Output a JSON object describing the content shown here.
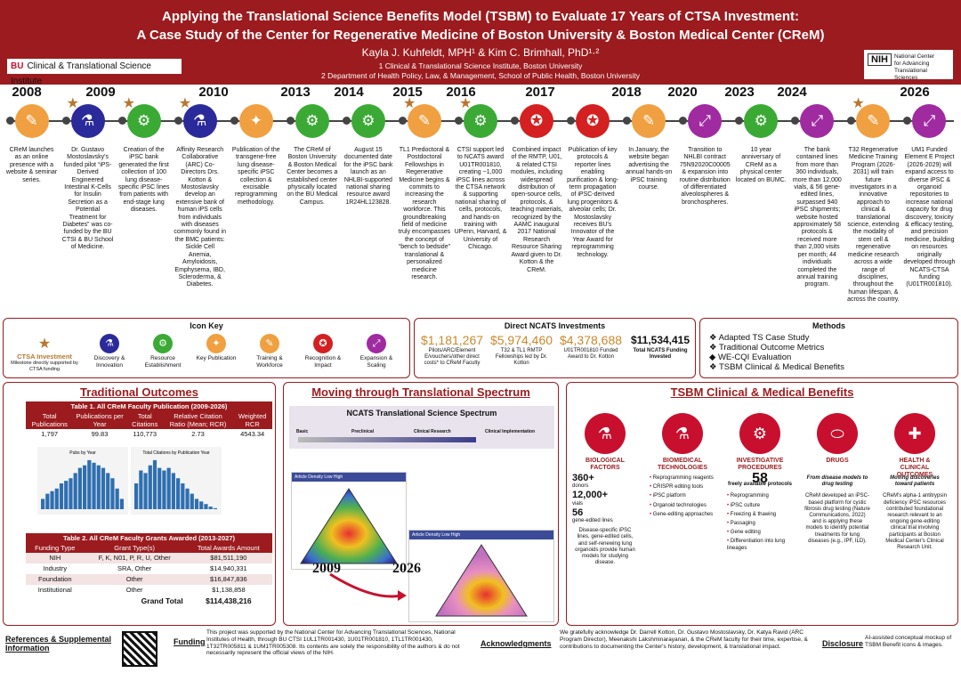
{
  "header": {
    "title_line1": "Applying the Translational Science Benefits Model (TSBM) to Evaluate 17 Years of CTSA Investment:",
    "title_line2": "A Case Study of the Center for Regenerative Medicine of Boston University & Boston Medical Center (CReM)",
    "authors": "Kayla J. Kuhfeldt, MPH¹ & Kim C. Brimhall, PhD¹·²",
    "affil1": "1 Clinical & Translational Science Institute, Boston University",
    "affil2": "2 Department of Health Policy, Law, & Management, School of Public Health, Boston University",
    "bu_logo_mark": "BU",
    "bu_logo_text": "Clinical & Translational Science Institute",
    "nih_mark": "NIH",
    "nih_text": "National Center for Advancing Translational Sciences",
    "bar_color": "#9b1b1e"
  },
  "timeline": {
    "years": [
      "2008",
      "2009",
      "2010",
      "2013",
      "2014",
      "2015",
      "2016",
      "2017",
      "2018",
      "2020",
      "2023",
      "2024",
      "2026"
    ],
    "events": [
      {
        "text": "CReM launches as an online presence with a website & seminar series.",
        "icon": "training-workforce-icon",
        "color": "#f0a040"
      },
      {
        "text": "Dr. Gustavo Mostoslavsky's funded pilot “iPS-Derived Engineered Intestinal K-Cells for Insulin Secretion as a Potential Treatment for Diabetes” was co-funded by the BU CTSI & BU School of Medicine.",
        "icon": "discovery-microscope-icon",
        "color": "#2a2a9a",
        "star": true
      },
      {
        "text": "Creation of the iPSC bank generated the first collection of 100 lung disease-specific iPSC lines from patients with end-stage lung diseases.",
        "icon": "resource-establishment-icon",
        "color": "#3aaa35",
        "star": true
      },
      {
        "text": "Affinity Research Collaborative (ARC) Co-Directors Drs. Kotton & Mostoslavsky develop an extensive bank of human iPS cells from individuals with diseases commonly found in the BMC patients: Sickle Cell Anemia, Amyloidosis, Emphysema, IBD, Scleroderma, & Diabetes.",
        "icon": "discovery-microscope-icon",
        "color": "#2a2a9a",
        "star": true
      },
      {
        "text": "Publication of the transgene-free lung disease-specific iPSC collection & excisable reprogramming methodology.",
        "icon": "publication-lightbulb-icon",
        "color": "#f0a040"
      },
      {
        "text": "The CReM of Boston University & Boston Medical Center becomes a established center physically located on the BU Medical Campus.",
        "icon": "resource-establishment-icon",
        "color": "#3aaa35"
      },
      {
        "text": "August 15 documented date for the iPSC bank launch as an NHLBI-supported national sharing resource award 1R24HL123828.",
        "icon": "resource-establishment-icon",
        "color": "#3aaa35"
      },
      {
        "text": "TL1 Predoctoral & Postdoctoral Fellowships in Regenerative Medicine begins & commits to increasing the research workforce. This groundbreaking field of medicine truly encompasses the concept of “bench to bedside” translational & personalized medicine research.",
        "icon": "training-workforce-icon",
        "color": "#f0a040",
        "star": true
      },
      {
        "text": "CTSI support led to NCATS award U01TR001810, creating ~1,000 iPSC lines across the CTSA network & supporting national sharing of cells, protocols, and hands-on training with UPenn, Harvard, & University of Chicago.",
        "icon": "resource-establishment-icon",
        "color": "#3aaa35",
        "star": true
      },
      {
        "text": "Combined impact of the RMTP, U01, & related CTSI modules, including widespread distribution of open-source cells, protocols, & teaching materials, recognized by the AAMC inaugural 2017 National Research Resource Sharing Award given to Dr. Kotton & the CReM.",
        "icon": "recognition-award-icon",
        "color": "#d42020"
      },
      {
        "text": "Publication of key protocols & reporter lines enabling purification & long-term propagation of iPSC-derived lung progenitors & alveolar cells; Dr. Mostoslavsky receives BU's Innovator of the Year Award for reprogramming technology.",
        "icon": "recognition-award-icon",
        "color": "#d42020"
      },
      {
        "text": "In January, the website began advertising the annual hands-on iPSC training course.",
        "icon": "training-workforce-icon",
        "color": "#f0a040"
      },
      {
        "text": "Transition to NHLBI contract 75N92020C00005 & expansion into routine distribution of differentiated alveolospheres & bronchospheres.",
        "icon": "expansion-scaling-icon",
        "color": "#a02aa0"
      },
      {
        "text": "10 year anniversary of CReM as a physical center located on BUMC.",
        "icon": "resource-establishment-icon",
        "color": "#3aaa35"
      },
      {
        "text": "The bank contained lines from more than 360 individuals, more than 12,000 vials, & 56 gene-edited lines, surpassed 940 iPSC shipments; website hosted approximately 58 protocols & received more than 2,000 visits per month; 44 individuals completed the annual training program.",
        "icon": "expansion-scaling-icon",
        "color": "#a02aa0"
      },
      {
        "text": "T32 Regenerative Medicine Training Program (2026-2031) will train future investigators in a innovative approach to clinical & translational science, extending the modality of stem cell & regenerative medicine research across a wide range of disciplines, throughout the human lifespan, & across the country.",
        "icon": "training-workforce-icon",
        "color": "#f0a040",
        "star": true
      },
      {
        "text": "UM1 Funded Element E Project (2026-2029) will expand access to diverse iPSC & organoid repositories to increase national capacity for drug discovery, toxicity & efficacy testing, and precision medicine, building on resources originally developed through NCATS-CTSA funding (U01TR001810).",
        "icon": "expansion-scaling-icon",
        "color": "#a02aa0"
      }
    ]
  },
  "icon_key": {
    "title": "Icon Key",
    "ctsa_label": "CTSA Investment",
    "ctsa_note": "Milestone directly supported by CTSA funding",
    "items": [
      {
        "label": "Discovery & Innovation",
        "color": "#2a2a9a"
      },
      {
        "label": "Resource Establishment",
        "color": "#3aaa35"
      },
      {
        "label": "Key Publication",
        "color": "#f0a040"
      },
      {
        "label": "Training & Workforce",
        "color": "#f0a040"
      },
      {
        "label": "Recognition & Impact",
        "color": "#d42020"
      },
      {
        "label": "Expansion & Scaling",
        "color": "#a02aa0"
      }
    ]
  },
  "investments": {
    "title": "Direct NCATS Investments",
    "items": [
      {
        "amount": "$1,181,267",
        "label": "Pilots/ARC/Element E/vouchers/other direct costs* to CReM Faculty"
      },
      {
        "amount": "$5,974,460",
        "label": "T32 & TL1 RMTP Fellowships led by Dr. Kotton"
      },
      {
        "amount": "$4,378,688",
        "label": "U01TR001810 Funded Award to Dr. Kotton"
      },
      {
        "amount": "$11,534,415",
        "label": "Total NCATS Funding Invested"
      }
    ]
  },
  "methods": {
    "title": "Methods",
    "items": [
      "Adapted TS Case Study",
      "Traditional Outcome Metrics",
      "WE-CQI Evaluation",
      "TSBM Clinical & Medical Benefits"
    ]
  },
  "traditional": {
    "title": "Traditional Outcomes",
    "table1_caption": "Table 1. All CReM Faculty Publication (2009-2026)",
    "table1_headers": [
      "Total Publications",
      "Publications per Year",
      "Total Citations",
      "Relative Citation Ratio (Mean; RCR)",
      "Weighted RCR"
    ],
    "table1_row": [
      "1,797",
      "99.83",
      "110,773",
      "2.73",
      "4543.34"
    ],
    "mini_chart1_title": "Pubs by Year",
    "mini_chart2_title": "Total Citations by Publication Year",
    "table2_caption": "Table 2. All CReM Faculty Grants Awarded (2013-2027)",
    "table2_headers": [
      "Funding Type",
      "Grant Type(s)",
      "Total Awards Amount"
    ],
    "table2_rows": [
      [
        "NIH",
        "F, K, N01, P, R, U, Other",
        "$81,511,190"
      ],
      [
        "Industry",
        "SRA, Other",
        "$14,940,331"
      ],
      [
        "Foundation",
        "Other",
        "$16,847,836"
      ],
      [
        "Institutional",
        "Other",
        "$1,138,858"
      ]
    ],
    "grand_total_label": "Grand Total",
    "grand_total_value": "$114,438,216"
  },
  "spectrum": {
    "title": "Moving through Translational Spectrum",
    "banner_title": "NCATS Translational Science Spectrum",
    "stages": [
      "Basic",
      "Preclinical",
      "Clinical Research",
      "Clinical Implementation"
    ],
    "density_label": "Article Density",
    "low": "Low",
    "high": "High",
    "year_a": "2009",
    "year_b": "2026"
  },
  "benefits": {
    "title": "TSBM Clinical & Medical Benefits",
    "columns": [
      {
        "head": "BIOLOGICAL FACTORS",
        "stats": [
          [
            "360+",
            "donors"
          ],
          [
            "12,000+",
            "vials"
          ],
          [
            "56",
            "gene-edited lines"
          ]
        ],
        "body": "Disease-specific iPSC lines, gene-edited cells, and self-renewing lung organoids provide human models for studying disease."
      },
      {
        "head": "BIOMEDICAL TECHNOLOGIES",
        "items": [
          "Reprogramming reagents",
          "CRISPR editing tools",
          "iPSC platform",
          "Organoid technologies",
          "Gene-editing approaches"
        ]
      },
      {
        "head": "INVESTIGATIVE PROCEDURES",
        "stat": "58",
        "stat_label": "freely available protocols",
        "items": [
          "Reprogramming",
          "iPSC culture",
          "Freezing & thawing",
          "Passaging",
          "Gene editing",
          "Differentiation into lung lineages"
        ]
      },
      {
        "head": "DRUGS",
        "sub": "From disease models to drug testing",
        "body": "CReM developed an iPSC-based platform for cystic fibrosis drug testing (Nature Communications, 2022) and is applying these models to identify potential treatments for lung diseases (e.g., IPF, ILD)."
      },
      {
        "head": "HEALTH & CLINICAL OUTCOMES",
        "sub": "Moving discoveries toward patients",
        "body": "CReM's alpha-1 antitrypsin deficiency iPSC resources contributed foundational research relevant to an ongoing gene-editing clinical trial involving participants at Boston Medical Center's Clinical Research Unit."
      }
    ]
  },
  "footer": {
    "refs_label": "References & Supplemental Information",
    "funding_label": "Funding",
    "funding_text": "This project was supported by the National Center for Advancing Translational Sciences, National Institutes of Health, through BU CTSI 1UL1TR001430, 1U01TR001810, 1TL1TR001430, 1T32TR005811 & 1UM1TR005308. Its contents are solely the responsibility of the authors & do not necessarily represent the official views of the NIH.",
    "ack_label": "Acknowledgments",
    "ack_text": "We gratefully acknowledge Dr. Darrell Kotton, Dr. Gustavo Mostoslavsky, Dr. Katya Ravid (ARC Program Director), Meenakshi Lakshminarayanan, & the CReM faculty for their time, expertise, & contributions to documenting the Center's history, development, & translational impact.",
    "disclosure_label": "Disclosure",
    "disclosure_text": "AI-assisted conceptual mockup of TSBM Benefit icons & images."
  }
}
